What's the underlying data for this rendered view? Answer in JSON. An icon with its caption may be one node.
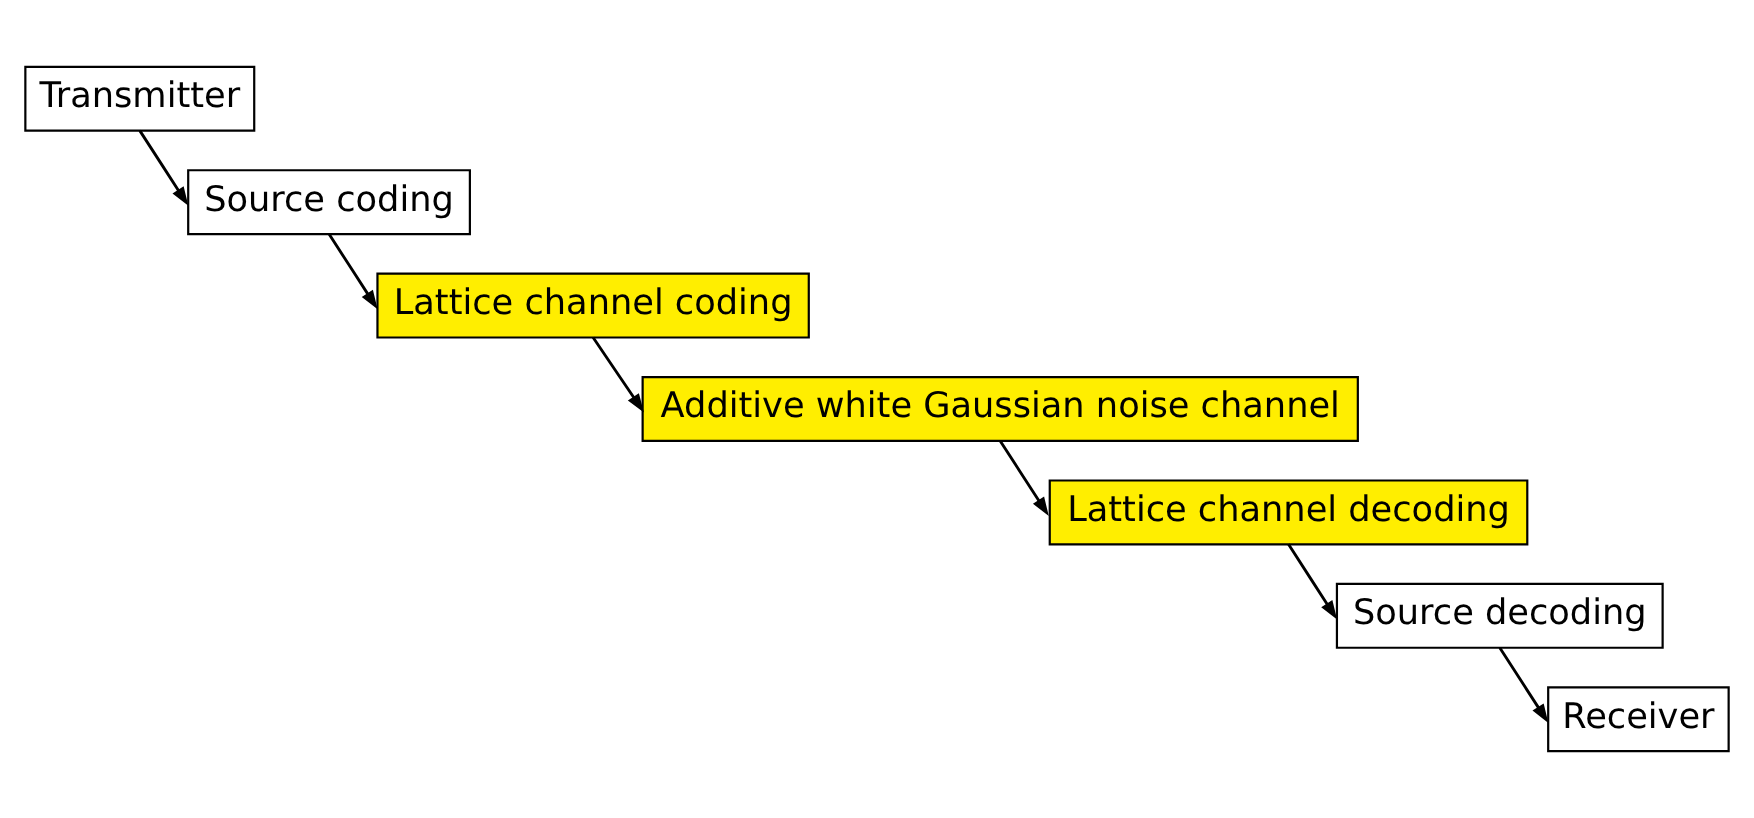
{
  "diagram": {
    "nodes": [
      {
        "text": [
          "Transmitter"
        ]
      },
      {
        "text": [
          "Source coding"
        ]
      },
      {
        "text": [
          "Lattice channel coding"
        ]
      },
      {
        "text": [
          "Additive white Gaussian noise channel"
        ]
      },
      {
        "text": [
          "Lattice channel decoding"
        ]
      },
      {
        "text": [
          "Source decoding"
        ]
      },
      {
        "text": [
          "Receiver"
        ]
      }
    ],
    "edges": [
      {
        "from": 0,
        "to": 1,
        "arrow": "to"
      },
      {
        "from": 1,
        "to": 2,
        "arrow": "to"
      },
      {
        "from": 2,
        "to": 3,
        "arrow": "to"
      },
      {
        "from": 3,
        "to": 4,
        "arrow": "to"
      },
      {
        "from": 4,
        "to": 5,
        "arrow": "to"
      },
      {
        "from": 5,
        "to": 6,
        "arrow": "to"
      }
    ]
  }
}
